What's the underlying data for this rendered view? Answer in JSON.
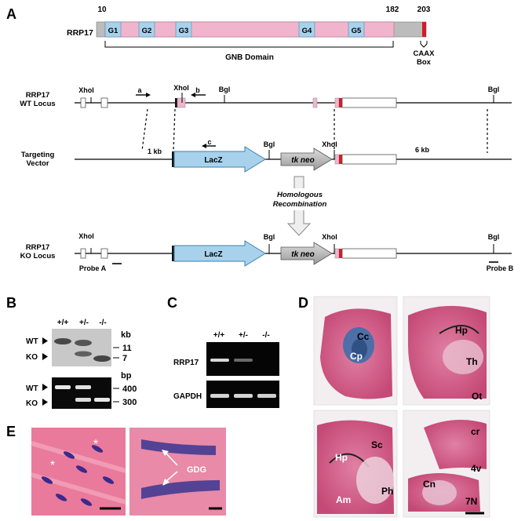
{
  "panels": {
    "A": "A",
    "B": "B",
    "C": "C",
    "D": "D",
    "E": "E"
  },
  "panel_a": {
    "gene": "RRP17",
    "pos_start": "10",
    "pos_end": "182",
    "pos_caax": "203",
    "motifs": [
      "G1",
      "G2",
      "G3",
      "G4",
      "G5"
    ],
    "domain": "GNB Domain",
    "caax_line1": "CAAX",
    "caax_line2": "Box",
    "wt_line1": "RRP17",
    "wt_line2": "WT Locus",
    "tv_line1": "Targeting",
    "tv_line2": "Vector",
    "ko_line1": "RRP17",
    "ko_line2": "KO Locus",
    "xhol": "XhoI",
    "bgl": "Bgl",
    "primer_a": "a",
    "primer_b": "b",
    "primer_c": "c",
    "kb1": "1 kb",
    "kb6": "6 kb",
    "lacz": "LacZ",
    "tkneo": "tk neo",
    "hr_line1": "Homologous",
    "hr_line2": "Recombination",
    "probe_a": "Probe A",
    "probe_b": "Probe B"
  },
  "panel_b": {
    "genotypes": [
      "+/+",
      "+/-",
      "-/-"
    ],
    "kb_unit": "kb",
    "kb_sizes": [
      "11",
      "7"
    ],
    "bp_unit": "bp",
    "bp_sizes": [
      "400",
      "300"
    ],
    "wt": "WT",
    "ko": "KO"
  },
  "panel_c": {
    "genotypes": [
      "+/+",
      "+/-",
      "-/-"
    ],
    "rows": [
      "RRP17",
      "GAPDH"
    ]
  },
  "panel_d": {
    "regions": [
      "Cc",
      "Cp",
      "Hp",
      "Th",
      "Ot",
      "Hp",
      "Sc",
      "Am",
      "Ph",
      "cr",
      "4v",
      "Cn",
      "7N"
    ]
  },
  "panel_e": {
    "gdg": "GDG"
  }
}
